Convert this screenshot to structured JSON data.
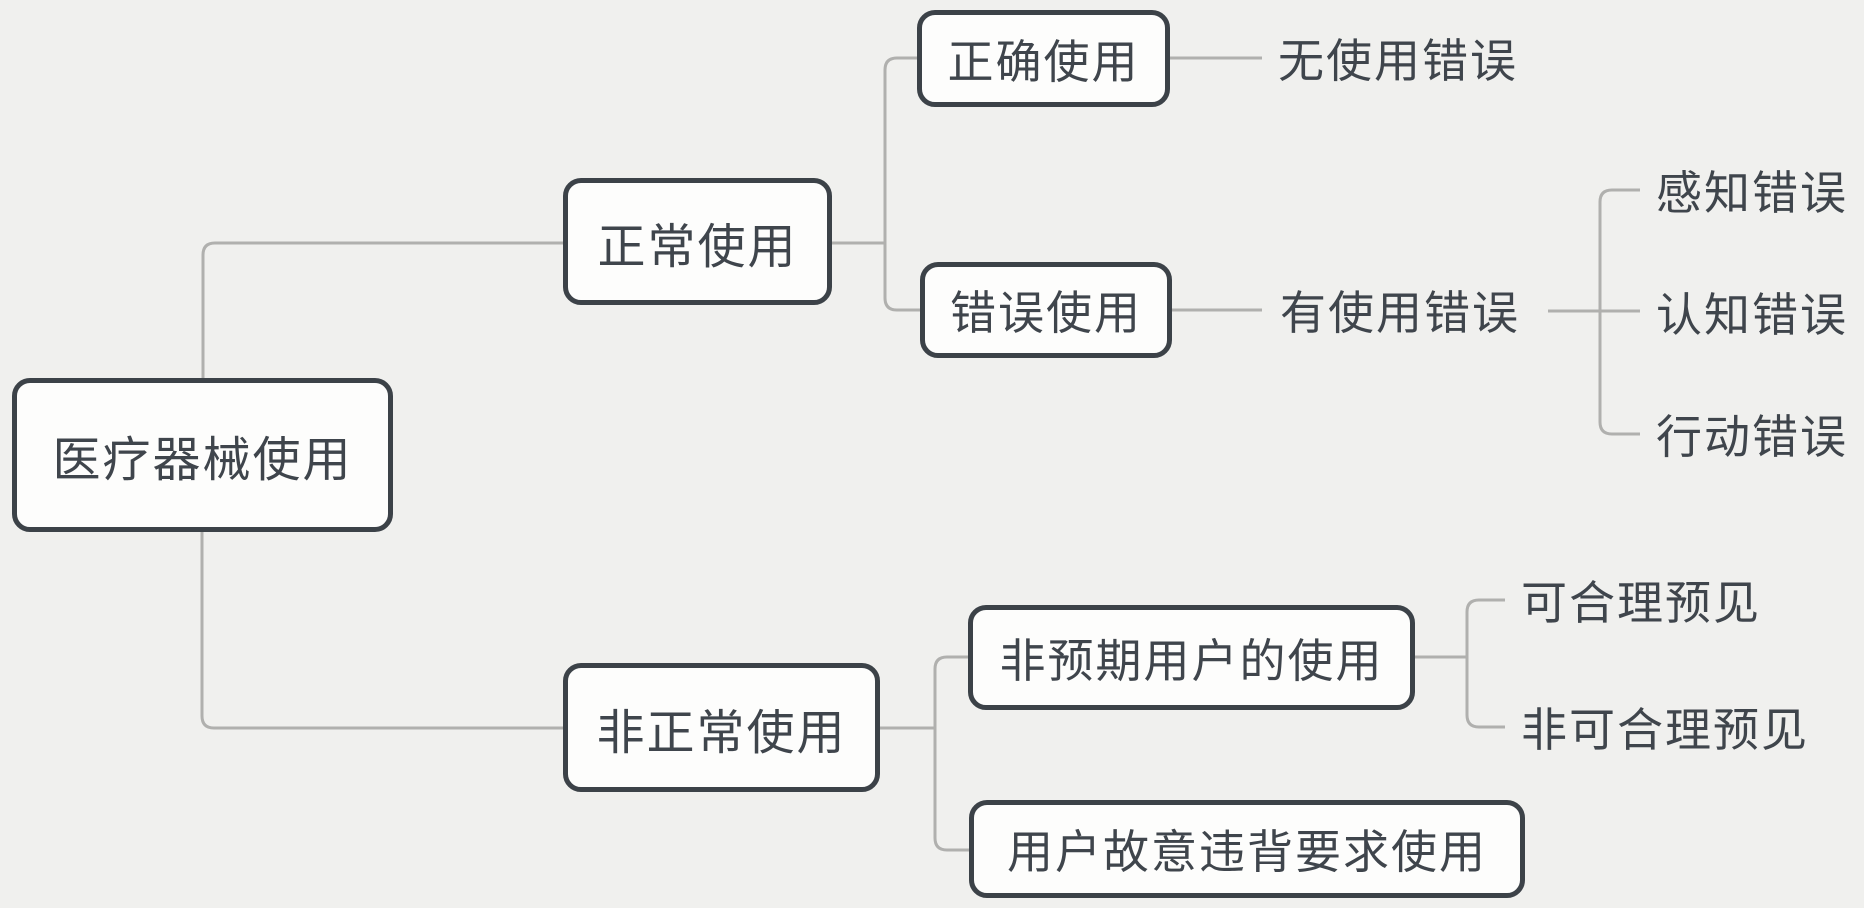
{
  "colors": {
    "background": "#f0f0ee",
    "node_fill": "#fdfdfc",
    "node_border": "#3c4248",
    "text": "#3f454c",
    "connector": "#b0b0ae"
  },
  "nodes": {
    "root": {
      "label": "医疗器械使用"
    },
    "normal_use": {
      "label": "正常使用"
    },
    "correct_use": {
      "label": "正确使用"
    },
    "no_use_error": {
      "label": "无使用错误"
    },
    "wrong_use": {
      "label": "错误使用"
    },
    "has_use_error": {
      "label": "有使用错误"
    },
    "perception_error": {
      "label": "感知错误"
    },
    "cognition_error": {
      "label": "认知错误"
    },
    "action_error": {
      "label": "行动错误"
    },
    "abnormal_use": {
      "label": "非正常使用"
    },
    "unintended_user_use": {
      "label": "非预期用户的使用"
    },
    "reasonably_foreseeable": {
      "label": "可合理预见"
    },
    "not_reasonably_foreseeable": {
      "label": "非可合理预见"
    },
    "intentional_violation_use": {
      "label": "用户故意违背要求使用"
    }
  }
}
